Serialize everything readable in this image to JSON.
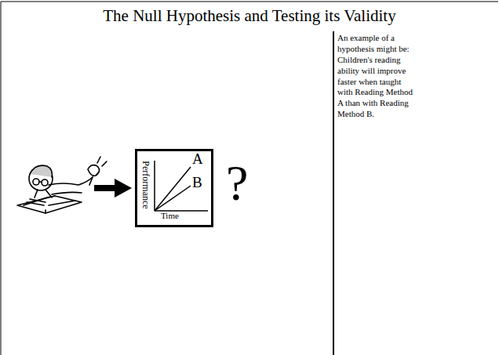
{
  "diagram": {
    "title": "The Null Hypothesis and Testing its Validity",
    "nodes": [
      {
        "text": [
          "Performance",
          "Time",
          "A",
          "B"
        ]
      }
    ],
    "labels": [
      "An example of a hypothesis might be:",
      "Children's reading ability will improve faster when taught with Reading Method A than with Reading Method B.",
      "?"
    ]
  }
}
